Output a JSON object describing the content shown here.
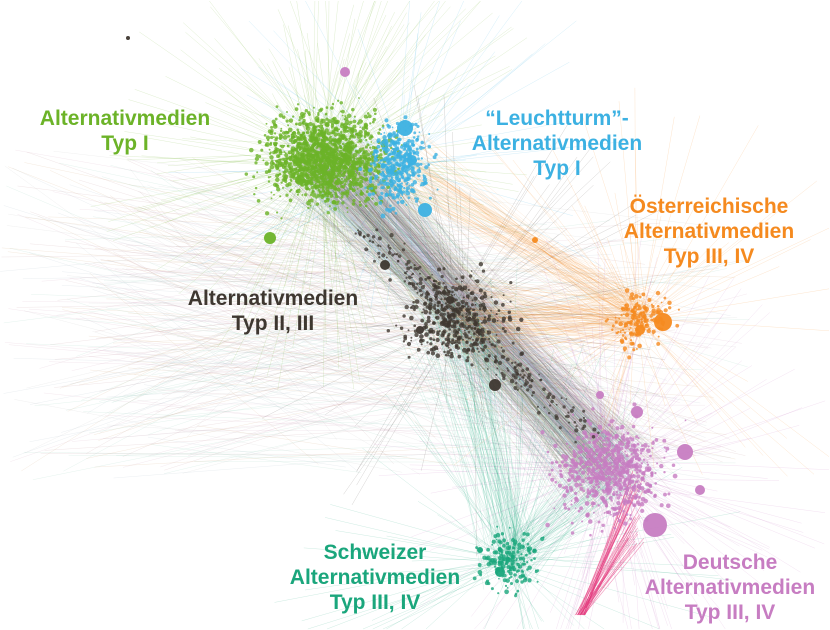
{
  "colors": {
    "alt1": "#6cb328",
    "leuchtturm": "#3cb1e2",
    "oesterreich": "#f58a1f",
    "alt23": "#3e3730",
    "schweiz": "#1aa67c",
    "deutsch": "#c77dc2",
    "accent_pink": "#e3337a"
  },
  "clusters": [
    {
      "id": "alt1",
      "lines": [
        "Alternativmedien",
        "Typ I"
      ],
      "color_key": "alt1"
    },
    {
      "id": "leuchtturm",
      "lines": [
        "“Leuchtturm”-",
        "Alternativmedien",
        "Typ I"
      ],
      "color_key": "leuchtturm"
    },
    {
      "id": "oesterreich",
      "lines": [
        "Österreichische",
        "Alternativmedien",
        "Typ III, IV"
      ],
      "color_key": "oesterreich"
    },
    {
      "id": "alt23",
      "lines": [
        "Alternativmedien",
        "Typ II, III"
      ],
      "color_key": "alt23"
    },
    {
      "id": "schweiz",
      "lines": [
        "Schweizer",
        "Alternativmedien",
        "Typ III, IV"
      ],
      "color_key": "schweiz"
    },
    {
      "id": "deutsch",
      "lines": [
        "Deutsche",
        "Alternativmedien",
        "Typ III, IV"
      ],
      "color_key": "deutsch"
    }
  ]
}
